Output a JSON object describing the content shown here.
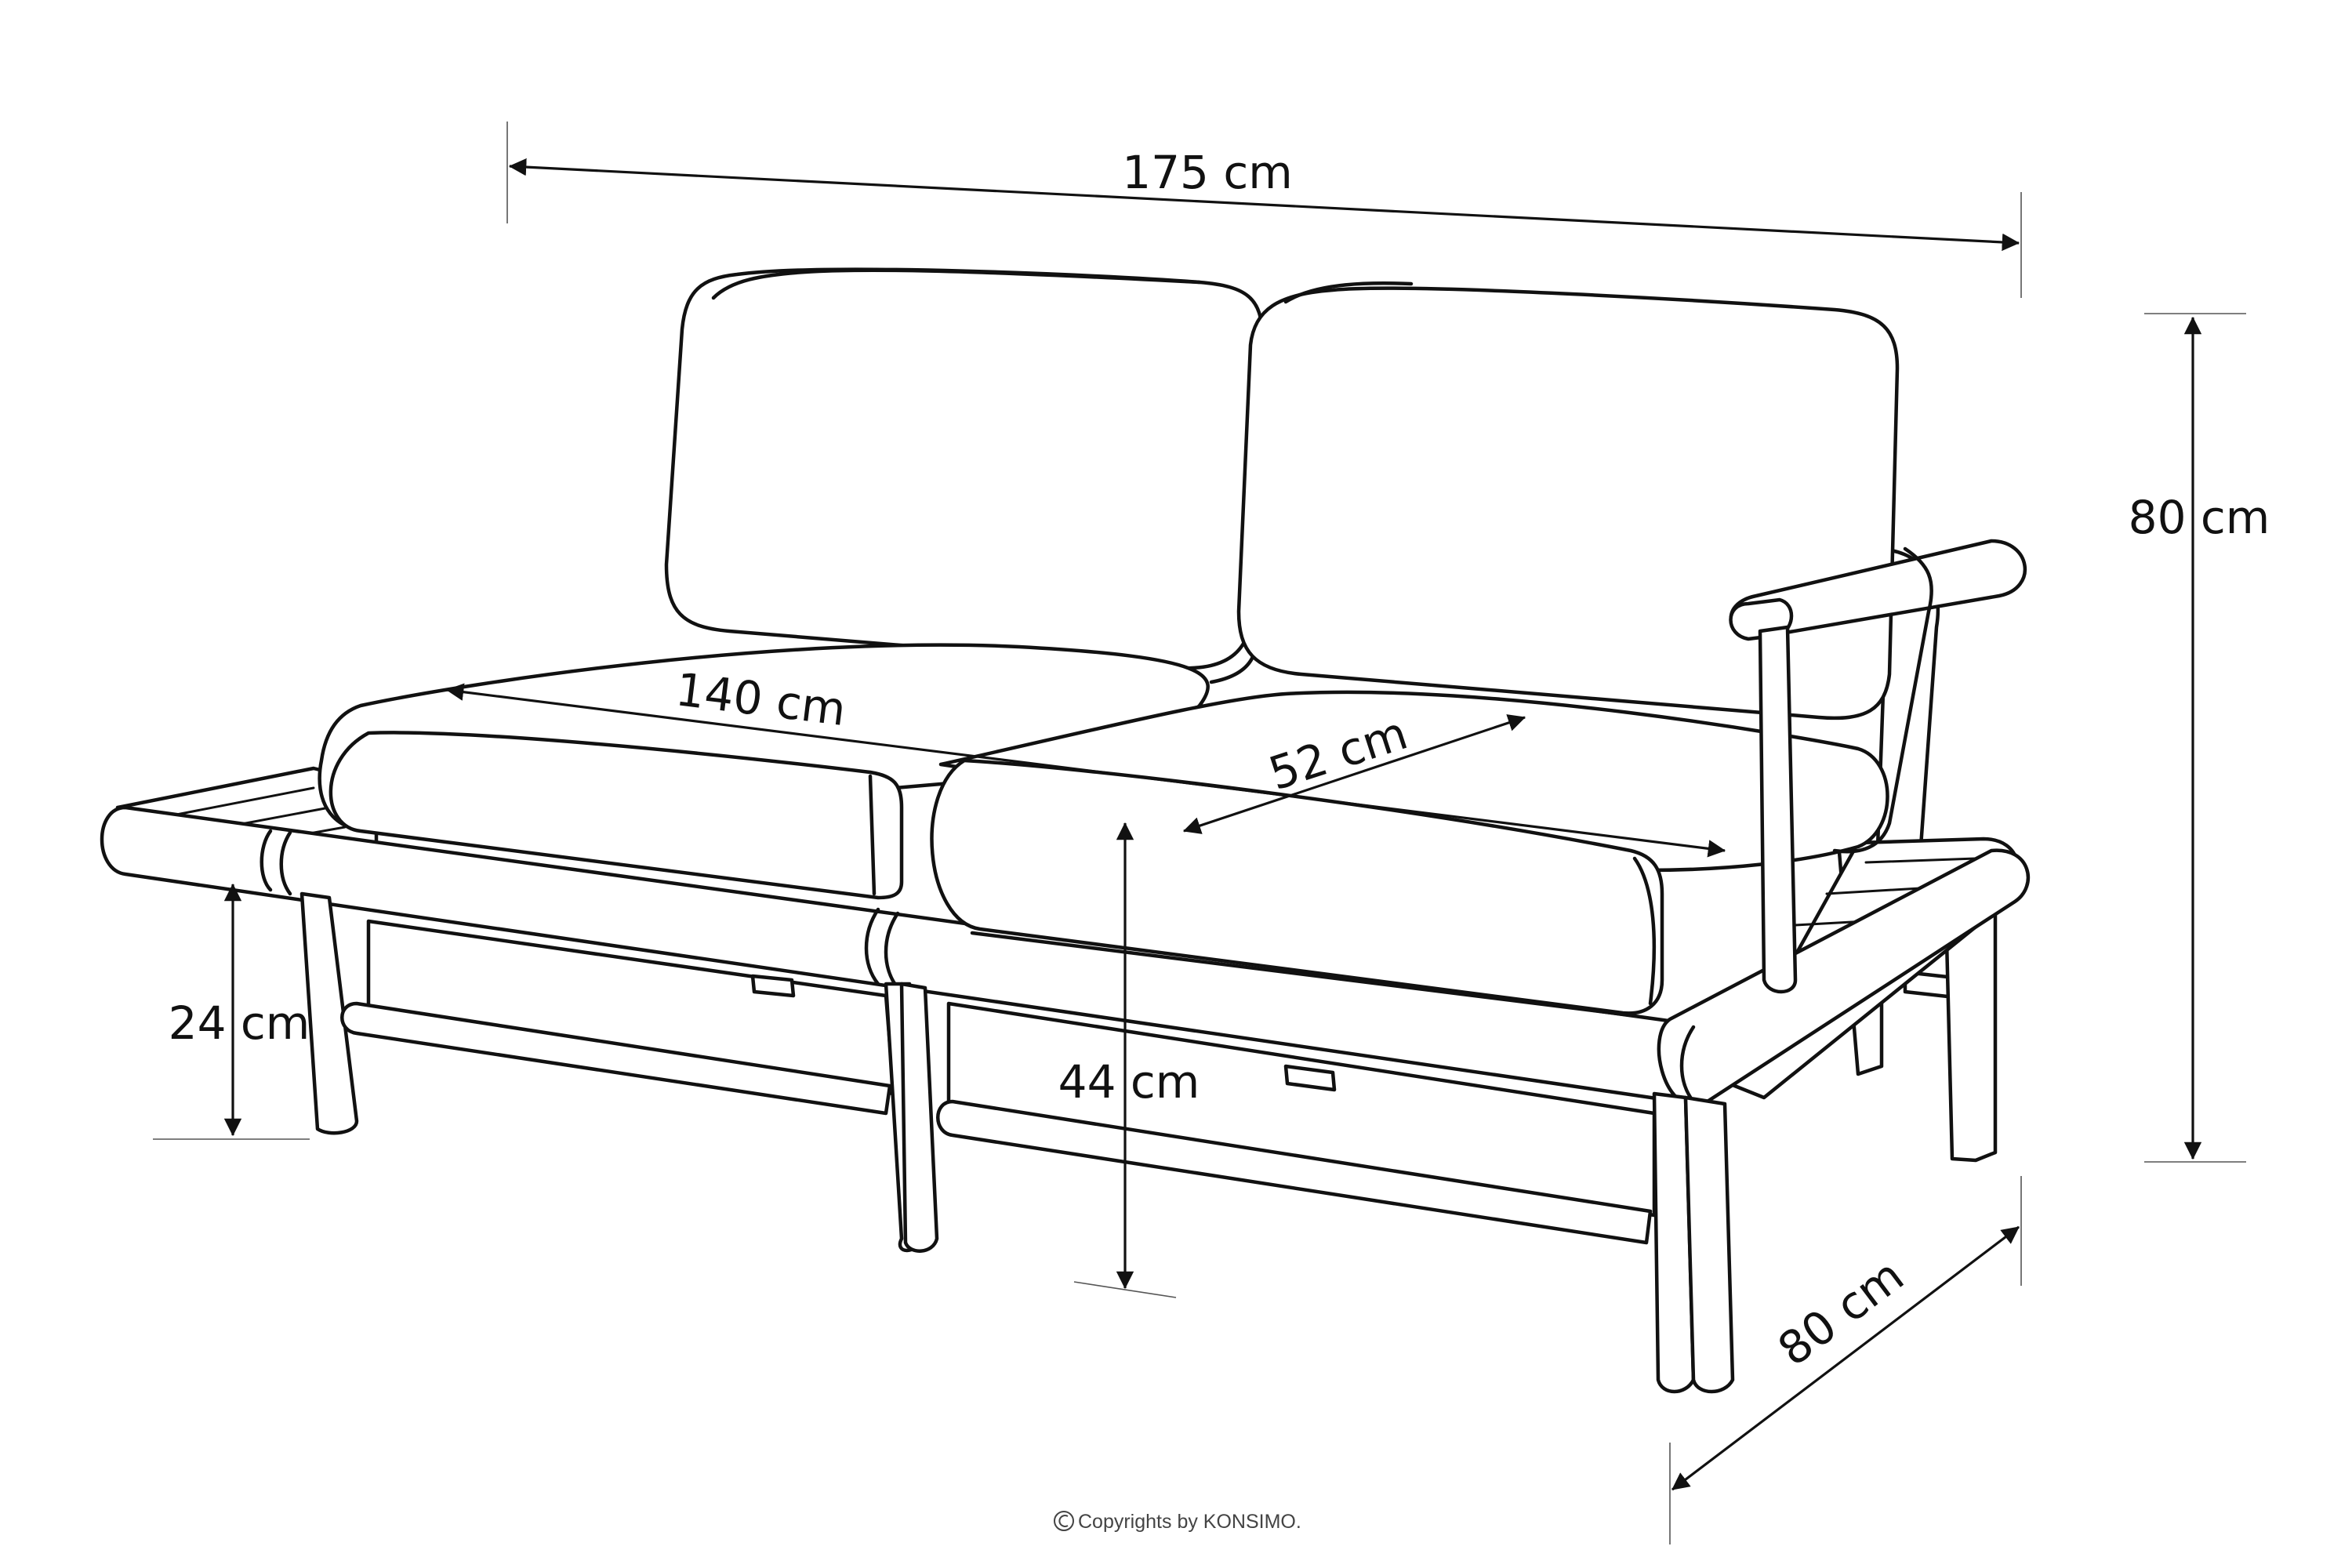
{
  "dimensions": {
    "total_width": "175 cm",
    "height": "80 cm",
    "depth": "80 cm",
    "seat_width": "140 cm",
    "seat_depth": "52 cm",
    "seat_height": "44 cm",
    "side_table_height": "24 cm"
  },
  "copyright": "Copyrights by KONSIMO.",
  "copyright_icon": "copyright-symbol",
  "colors": {
    "line": "#111111",
    "background": "#ffffff"
  }
}
